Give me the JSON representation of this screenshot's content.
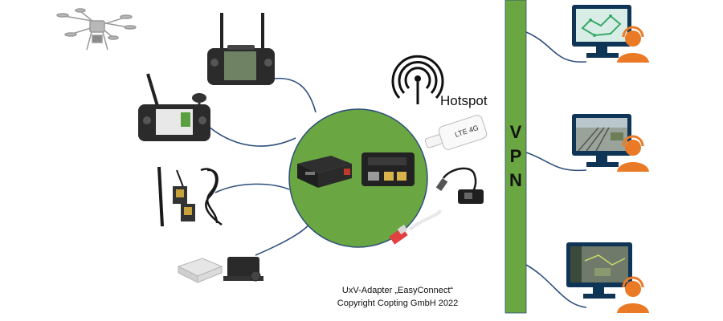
{
  "hotspot": {
    "label": "Hotspot",
    "icon": "antenna-broadcast-icon"
  },
  "dongle": {
    "label": "LTE 4G"
  },
  "vpn": {
    "letters": [
      "V",
      "P",
      "N"
    ],
    "color": "#6aa641"
  },
  "hub": {
    "color": "#6aa641"
  },
  "caption": {
    "line1": "UxV-Adapter „EasyConnect“",
    "line2": "Copyright Copting GmbH 2022"
  },
  "colors": {
    "cable": "#2e4f7c",
    "operator": "#ea7a26",
    "monitor_frame": "#0f3556",
    "screen": "#d8ede6"
  }
}
